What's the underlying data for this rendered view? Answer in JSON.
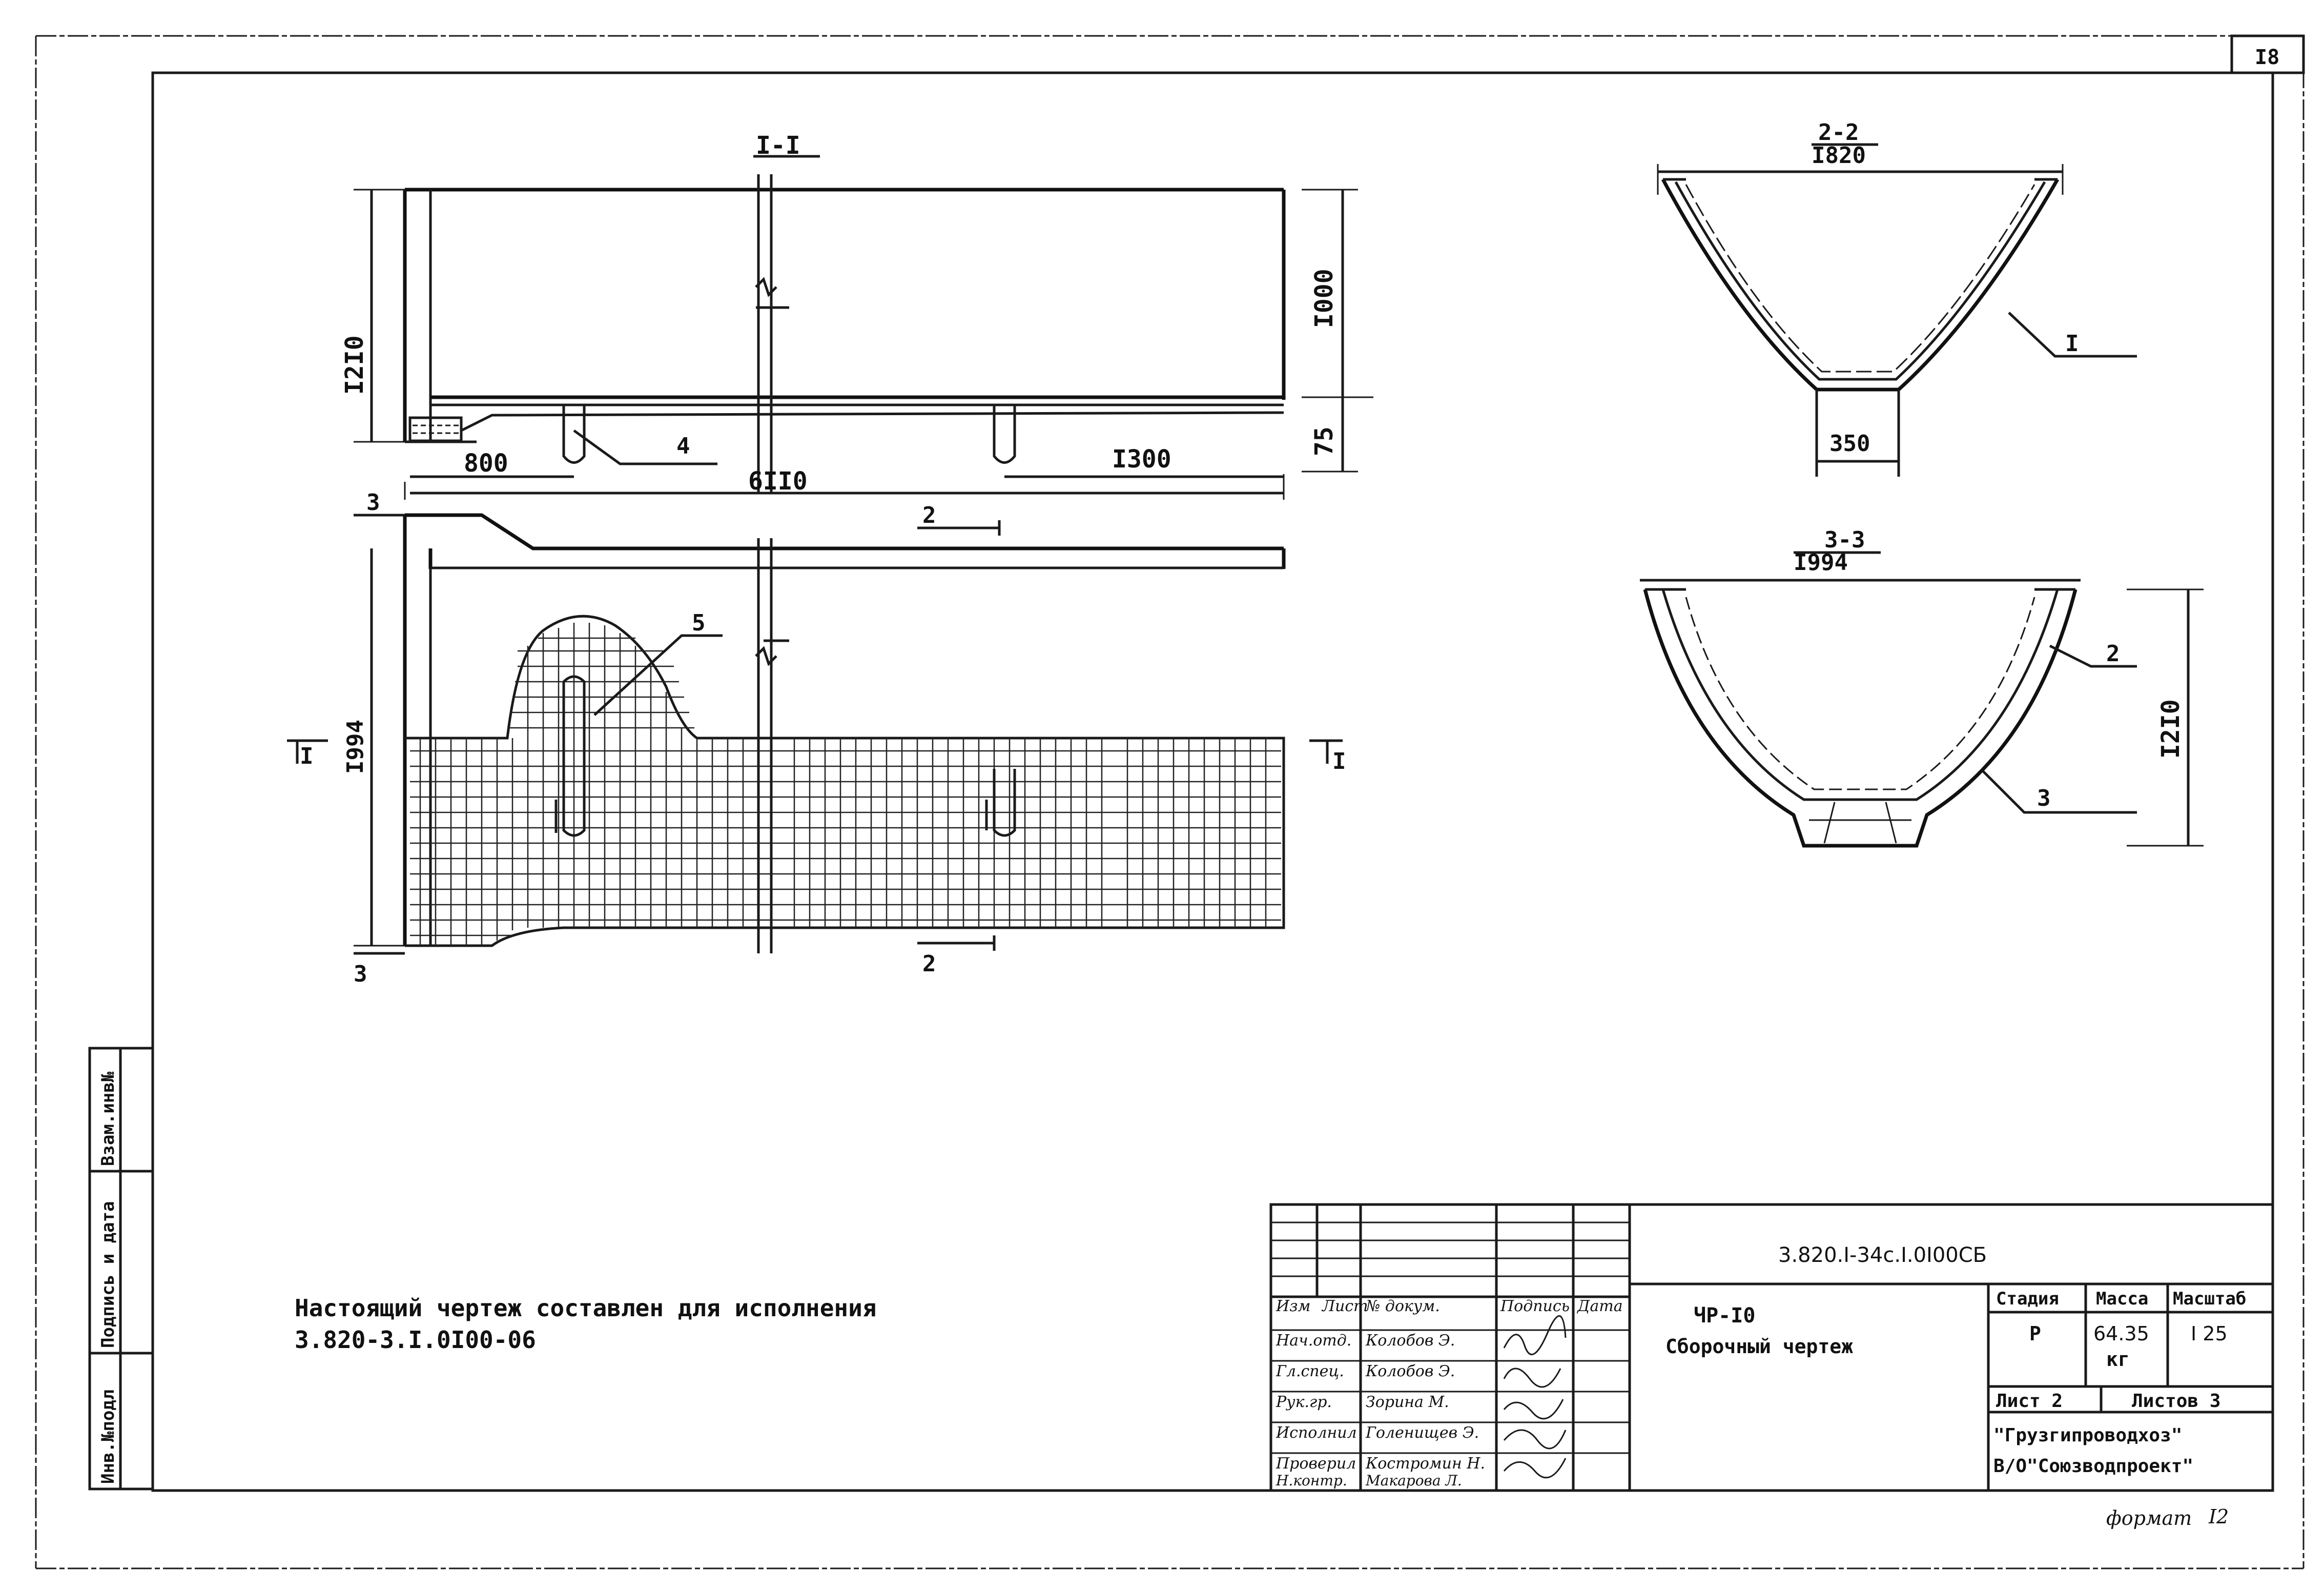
{
  "sheet_corner_number": "I8",
  "section_1_1": {
    "title": "I-I",
    "dims": {
      "height_total": "I2I0",
      "height_upper": "I000",
      "height_lower": "75",
      "offset_left": "800",
      "offset_right": "I300",
      "length_total": "6II0"
    },
    "callout_4": "4"
  },
  "plan_view": {
    "cut_mark_left": "3",
    "cut_mark_left_bottom": "3",
    "cut_mark_top_2": "2",
    "cut_mark_bottom_2": "2",
    "callout_5": "5",
    "height": "I994",
    "section_I_left": "I",
    "section_I_right": "I"
  },
  "section_2_2": {
    "title": "2-2",
    "width_top": "I820",
    "width_bottom": "350",
    "callout": "I"
  },
  "section_3_3": {
    "title": "3-3",
    "width_top": "I994",
    "height": "I2I0",
    "callout_2": "2",
    "callout_3": "3"
  },
  "side_stamp": {
    "inv_no": "Инв.№подл",
    "sign_date": "Подпись и дата",
    "replace_inv": "Взам.инв№"
  },
  "note": {
    "line1": "Настоящий чертеж составлен для исполнения",
    "line2": "3.820-3.I.0I00-06"
  },
  "title_block": {
    "doc_code": "3.820.I-34с.I.0I00СБ",
    "item_name": "ЧР-I0",
    "drawing_type": "Сборочный чертеж",
    "stage_header": "Стадия",
    "mass_header": "Масса",
    "scale_header": "Масштаб",
    "stage": "Р",
    "mass": "64.35",
    "mass_unit": "кг",
    "scale": "I 25",
    "sheet": "Лист 2",
    "sheets": "Листов 3",
    "org1": "\"Грузгипроводхоз\"",
    "org2": "В/О\"Союзводпроект\"",
    "format": "формат",
    "format_value": "I2",
    "header_row": [
      "Изм",
      "Лист",
      "№ докум.",
      "Подпись",
      "Дата"
    ],
    "roles": [
      "Нач.отд.",
      "Гл.спец.",
      "Рук.гр.",
      "Исполнил",
      "Проверил",
      "Н.контр."
    ],
    "names": [
      "Колобов Э.",
      "Колобов Э.",
      "Зорина М.",
      "Голенищев Э.",
      "Костромин Н.",
      "Макарова Л."
    ]
  }
}
